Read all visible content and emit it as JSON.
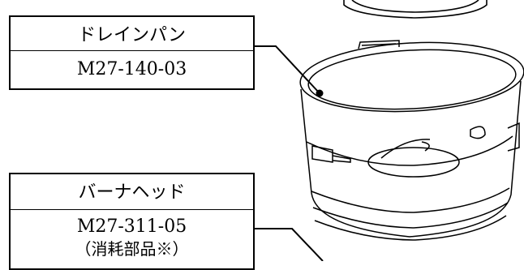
{
  "labels": {
    "drain_pan": {
      "name": "ドレインパン",
      "part_number": "M27-140-03"
    },
    "burner_head": {
      "name": "バーナヘッド",
      "part_number": "M27-311-05",
      "note": "（消耗部品※）"
    }
  }
}
